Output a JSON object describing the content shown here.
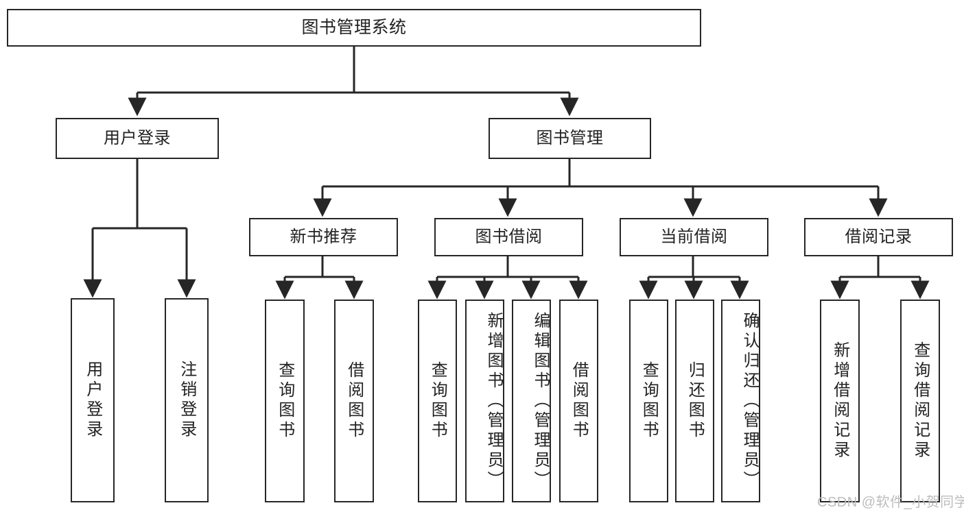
{
  "diagram": {
    "title": "图书管理系统",
    "type": "tree",
    "watermark": "CSDN @软件_小贺同学",
    "colors": {
      "stroke": "#262626",
      "fill": "#ffffff",
      "text": "#222222",
      "watermark": "#bdbdbd"
    },
    "levels": {
      "root": {
        "label": "图书管理系统"
      },
      "level2": [
        {
          "id": "user-login",
          "label": "用户登录"
        },
        {
          "id": "book-manage",
          "label": "图书管理"
        }
      ],
      "level3": [
        {
          "id": "new-book-recommend",
          "label": "新书推荐",
          "parent": "book-manage"
        },
        {
          "id": "book-borrow",
          "label": "图书借阅",
          "parent": "book-manage"
        },
        {
          "id": "current-borrow",
          "label": "当前借阅",
          "parent": "book-manage"
        },
        {
          "id": "borrow-record",
          "label": "借阅记录",
          "parent": "book-manage"
        }
      ],
      "leaves": [
        {
          "id": "leaf-user-login",
          "label": "用户登录",
          "parent": "user-login"
        },
        {
          "id": "leaf-logout",
          "label": "注销登录",
          "parent": "user-login"
        },
        {
          "id": "leaf-query-book-1",
          "label": "查询图书",
          "parent": "new-book-recommend"
        },
        {
          "id": "leaf-borrow-book-1",
          "label": "借阅图书",
          "parent": "new-book-recommend"
        },
        {
          "id": "leaf-query-book-2",
          "label": "查询图书",
          "parent": "book-borrow"
        },
        {
          "id": "leaf-add-book",
          "label": "新增图书（管理员）",
          "parent": "book-borrow"
        },
        {
          "id": "leaf-edit-book",
          "label": "编辑图书（管理员）",
          "parent": "book-borrow"
        },
        {
          "id": "leaf-borrow-book-2",
          "label": "借阅图书",
          "parent": "book-borrow"
        },
        {
          "id": "leaf-query-book-3",
          "label": "查询图书",
          "parent": "current-borrow"
        },
        {
          "id": "leaf-return-book",
          "label": "归还图书",
          "parent": "current-borrow"
        },
        {
          "id": "leaf-confirm-return",
          "label": "确认归还（管理员）",
          "parent": "current-borrow"
        },
        {
          "id": "leaf-add-record",
          "label": "新增借阅记录",
          "parent": "borrow-record"
        },
        {
          "id": "leaf-query-record",
          "label": "查询借阅记录",
          "parent": "borrow-record"
        }
      ]
    }
  }
}
